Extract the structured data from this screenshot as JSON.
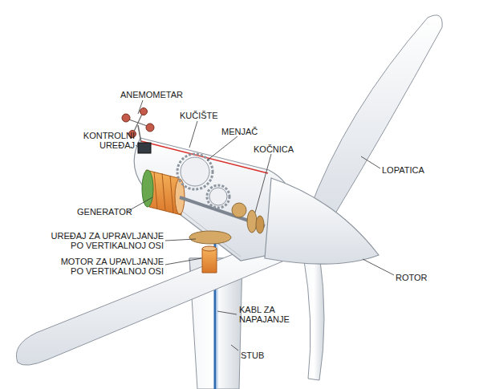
{
  "diagram": {
    "labels": [
      "ANEMOMETAR",
      "KUČIŠTE",
      "MENJAČ",
      "KOČNICA",
      "KONTROLNI UREĐAJ",
      "LOPATICA",
      "GENERATOR",
      "UREĐAJ ZA UPRAVLJANJE PO VERTIKALNOJ OSI",
      "MOTOR ZA UPAVLJANJE PO VERTIKALNOJ OSI",
      "ROTOR",
      "KABL ZA NAPAJANJE",
      "STUB"
    ]
  }
}
